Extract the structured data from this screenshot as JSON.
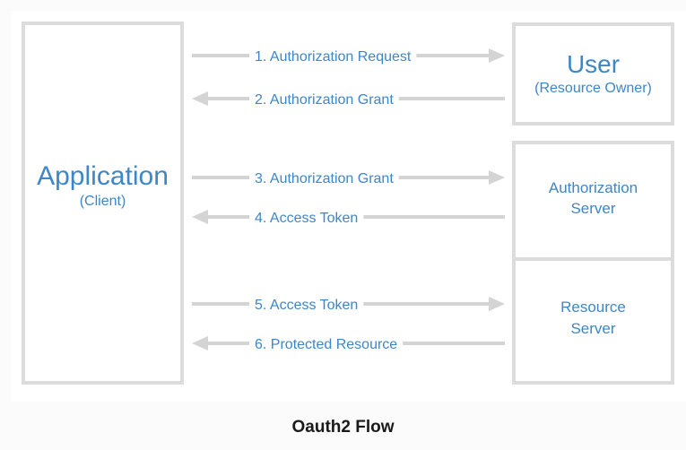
{
  "diagram": {
    "client": {
      "title": "Application",
      "subtitle": "(Client)"
    },
    "owner": {
      "title": "User",
      "subtitle": "(Resource Owner)"
    },
    "auth_server": {
      "line1": "Authorization",
      "line2": "Server"
    },
    "resource_server": {
      "line1": "Resource",
      "line2": "Server"
    },
    "messages": [
      {
        "label": "1. Authorization Request",
        "direction": "right"
      },
      {
        "label": "2. Authorization Grant",
        "direction": "left"
      },
      {
        "label": "3. Authorization Grant",
        "direction": "right"
      },
      {
        "label": "4. Access Token",
        "direction": "left"
      },
      {
        "label": "5. Access Token",
        "direction": "right"
      },
      {
        "label": "6. Protected Resource",
        "direction": "left"
      }
    ]
  },
  "caption": "Oauth2 Flow",
  "colors": {
    "accent": "#3e86c6",
    "box_border": "#dcdcdc",
    "arrow": "#d4d4d4"
  }
}
